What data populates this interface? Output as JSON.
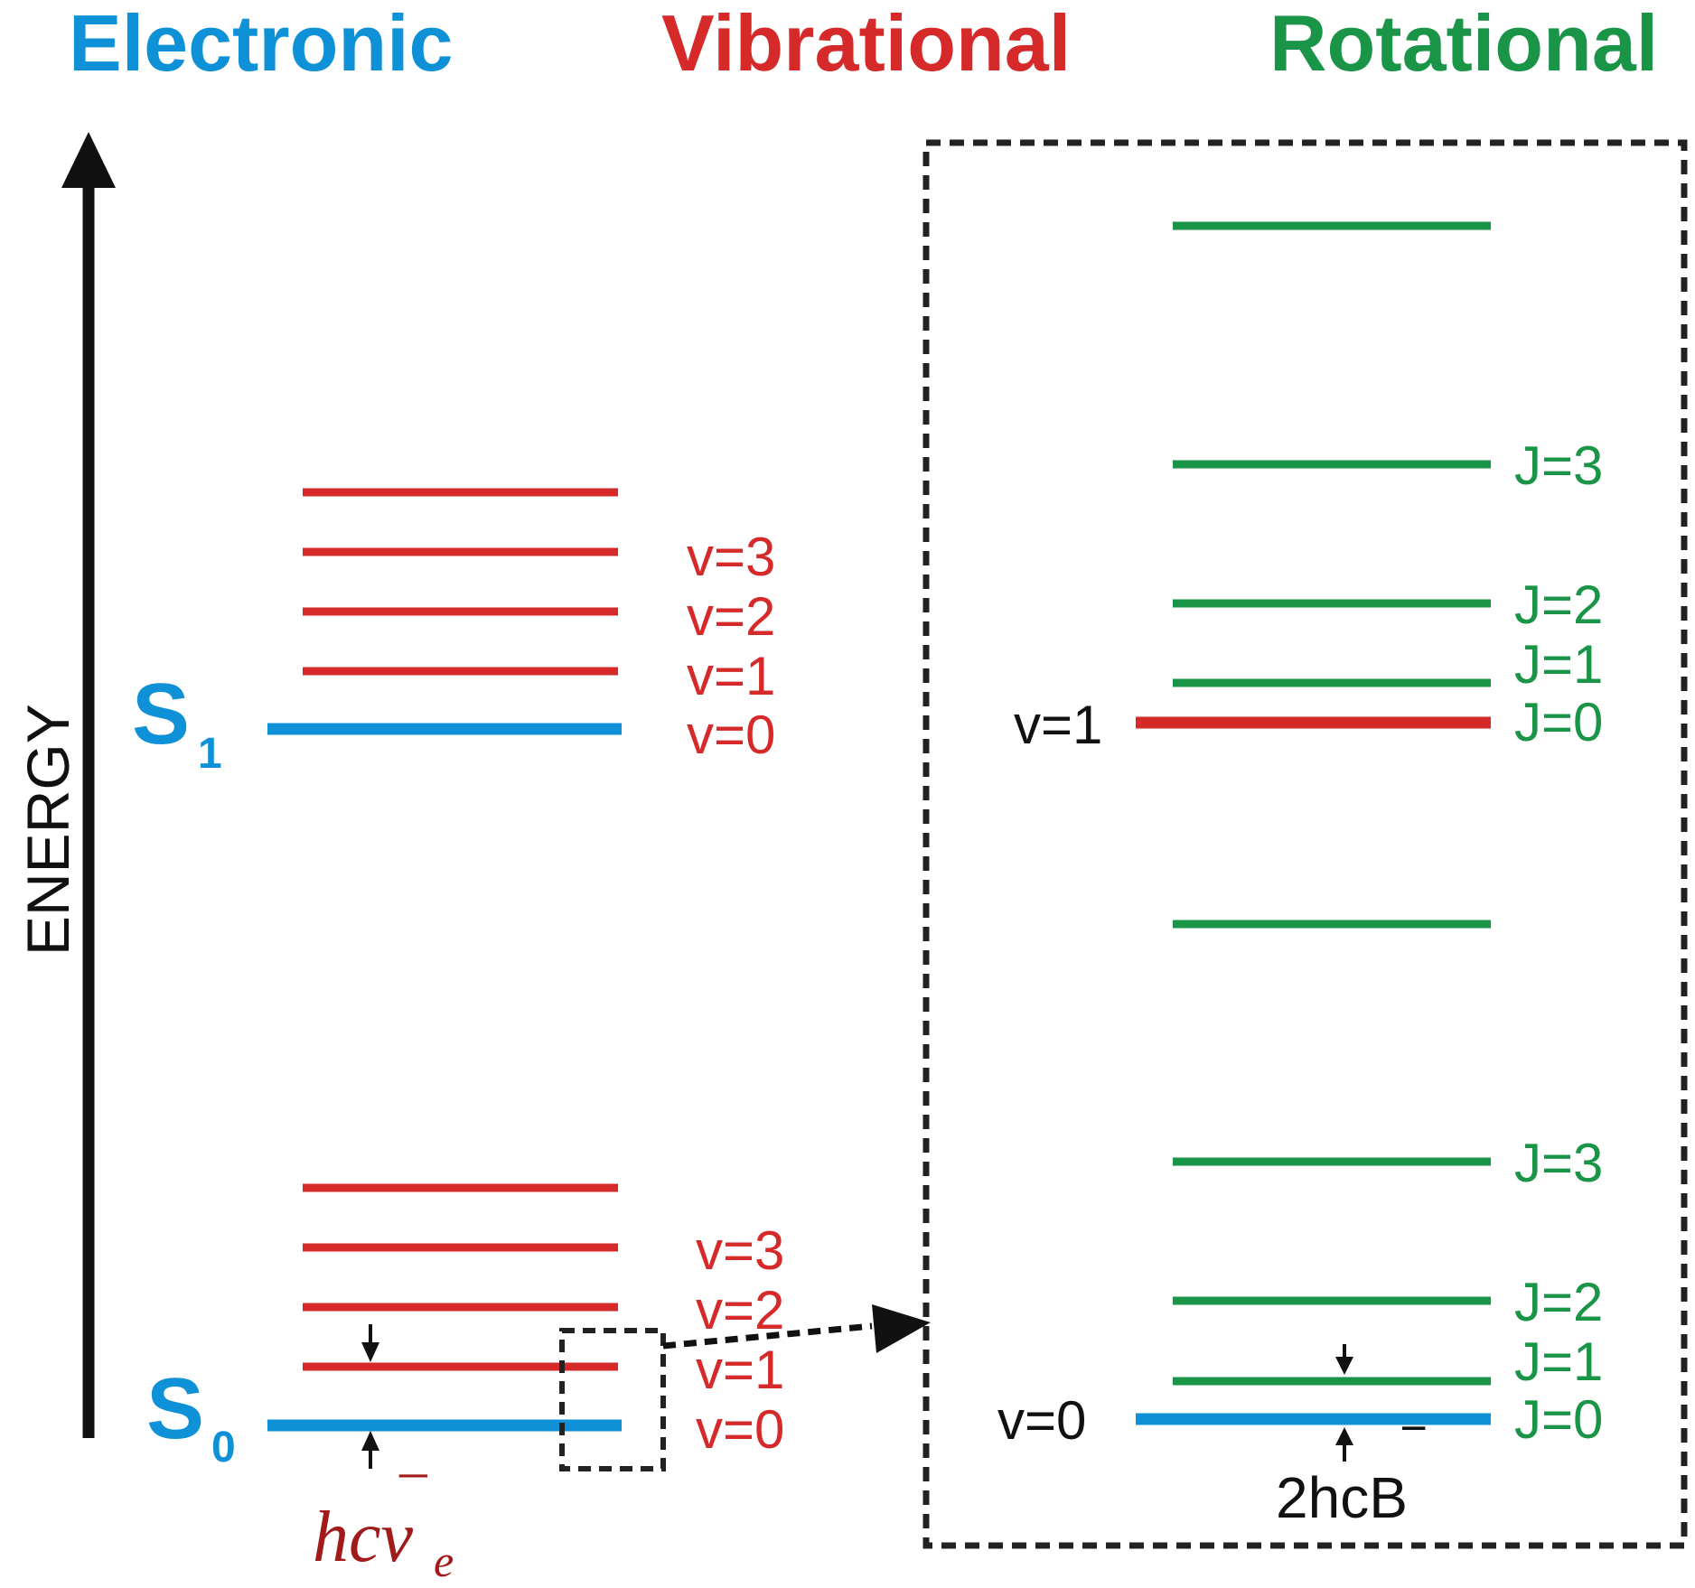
{
  "colors": {
    "electronic": "#0f91d8",
    "vibrational": "#d62a2a",
    "rotational": "#1a9447",
    "formula": "#a11b1b",
    "ink": "#111111"
  },
  "headers": {
    "electronic": "Electronic",
    "vibrational": "Vibrational",
    "rotational": "Rotational"
  },
  "axis": {
    "label": "ENERGY"
  },
  "states": {
    "s1": {
      "letter": "S",
      "sub": "1"
    },
    "s0": {
      "letter": "S",
      "sub": "0"
    }
  },
  "left_panel": {
    "s1_vib_labels": [
      "v=3",
      "v=2",
      "v=1",
      "v=0"
    ],
    "s0_vib_labels": [
      "v=3",
      "v=2",
      "v=1",
      "v=0"
    ],
    "spacing_label": {
      "main": "hcv",
      "sub": "e",
      "bar": "‾"
    }
  },
  "zoom_panel": {
    "upper_vib_label": "v=1",
    "lower_vib_label": "v=0",
    "upper_rot_labels": [
      "J=3",
      "J=2",
      "J=1",
      "J=0"
    ],
    "lower_rot_labels": [
      "J=3",
      "J=2",
      "J=1",
      "J=0"
    ],
    "spacing_label": {
      "text": "2hcB",
      "bar": "‾"
    }
  }
}
